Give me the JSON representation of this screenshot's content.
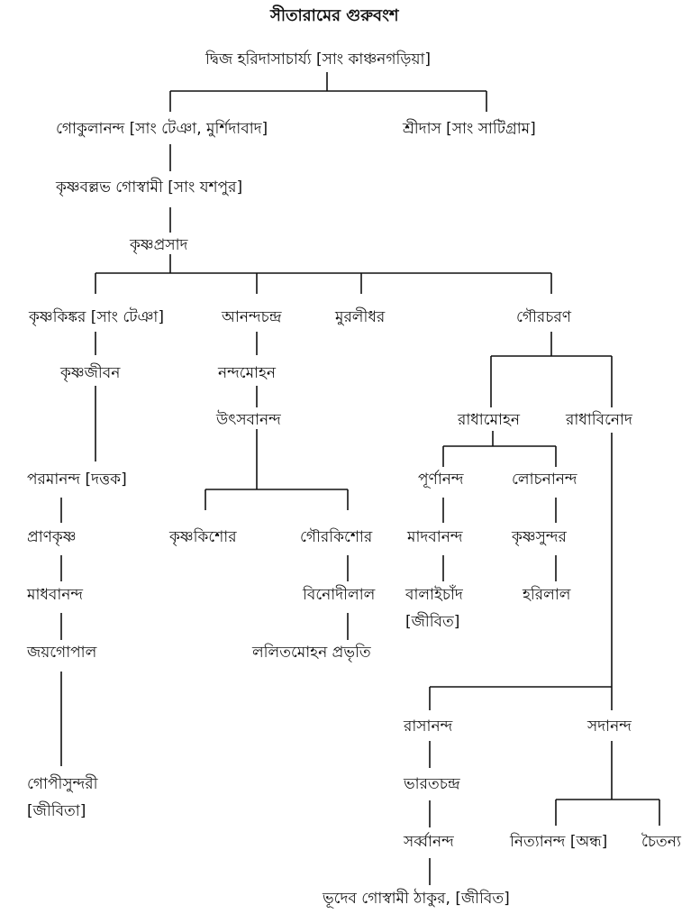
{
  "title": "সীতারামের গুরুবংশ",
  "nodes": {
    "root": "দ্বিজ হরিদাসাচার্য্য [সাং কাঞ্চনগড়িয়া]",
    "gokulananda": "গোকুলানন্দ [সাং টেঞা, মুর্শিদাবাদ]",
    "sridas": "শ্রীদাস [সাং সাটিগ্রাম]",
    "krishnaballabh": "কৃষ্ণবল্লভ গোস্বামী [সাং যশপুর]",
    "krishnaprasad": "কৃষ্ণপ্রসাদ",
    "krishnakinkar": "কৃষ্ণকিঙ্কর [সাং টেঞা]",
    "anandachandra": "আনন্দচন্দ্র",
    "muralidhar": "মুরলীধর",
    "gourcharan": "গৌরচরণ",
    "krishnajiban": "কৃষ্ণজীবন",
    "nandamohan": "নন্দমোহন",
    "utsabananda": "উৎসবানন্দ",
    "radhamohan": "রাধামোহন",
    "radhabinod": "রাধাবিনোদ",
    "paramananda": "পরমানন্দ [দত্তক]",
    "purnananda": "পূর্ণানন্দ",
    "lochanananda": "লোচনানন্দ",
    "krishnakishor": "কৃষ্ণকিশোর",
    "gourkishor": "গৌরকিশোর",
    "prankrishna": "প্রাণকৃষ্ণ",
    "madabananda": "মাদবানন্দ",
    "krishnasundar": "কৃষ্ণসুন্দর",
    "madhabananda": "মাধবানন্দ",
    "binodilal": "বিনোদীলাল",
    "balaichand": "বালাইচাঁদ",
    "balaichand_note": "[জীবিত]",
    "harilal": "হরিলাল",
    "joygopal": "জয়গোপাল",
    "lalitmohan": "ললিতমোহন প্রভৃতি",
    "rasananda": "রাসানন্দ",
    "sadananda": "সদানন্দ",
    "gopisundari": "গোপীসুন্দরী",
    "gopisundari_note": "[জীবিতা]",
    "bharatchandra": "ভারতচন্দ্র",
    "sarbbananda": "সর্ব্বানন্দ",
    "nityananda": "নিত্যানন্দ [অন্ধ]",
    "chaitanya": "চৈতন্য",
    "bhudeb": "ভূদেব গোস্বামী ঠাকুর, [জীবিত]"
  },
  "colors": {
    "line": "#111111",
    "text": "#111111",
    "background": "#ffffff"
  }
}
